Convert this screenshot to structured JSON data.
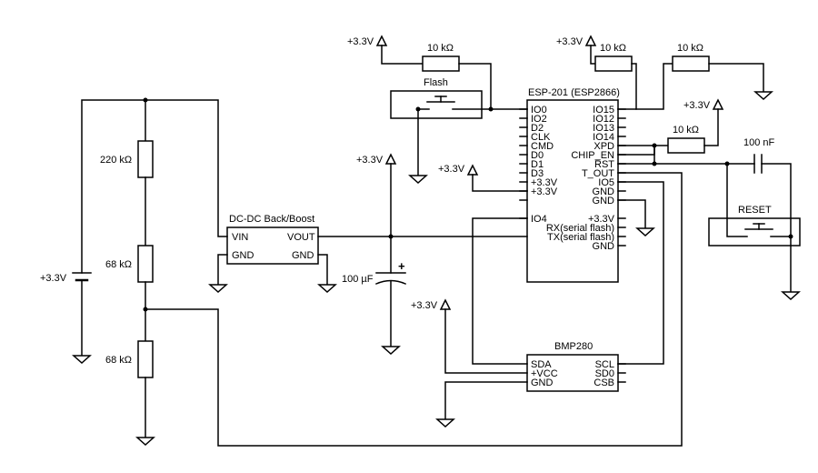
{
  "supply_label": "+3.3V",
  "resistors": {
    "r_flash": "10 kΩ",
    "r_io15": "10 kΩ",
    "r_right": "10 kΩ",
    "r_xpd": "10 kΩ",
    "r_div_top": "220 kΩ",
    "r_div_mid": "68 kΩ",
    "r_div_bot": "68 kΩ"
  },
  "capacitors": {
    "c_rst": "100 nF",
    "c_bulk": "100 µF",
    "c_bulk_polarity": "+"
  },
  "buttons": {
    "flash": "Flash",
    "reset": "RESET"
  },
  "dcdc": {
    "title": "DC-DC Back/Boost",
    "vin": "VIN",
    "vout": "VOUT",
    "gnd_left": "GND",
    "gnd_right": "GND"
  },
  "esp": {
    "title": "ESP-201 (ESP2866)",
    "left_pins": [
      "IO0",
      "IO2",
      "D2",
      "CLK",
      "CMD",
      "D0",
      "D1",
      "D3",
      "+3.3V",
      "+3.3V",
      "IO4"
    ],
    "right_pins": [
      "IO15",
      "IO12",
      "IO13",
      "IO14",
      "XPD",
      "CHIP_EN",
      "RST",
      "T_OUT",
      "IO5",
      "GND",
      "GND",
      "+3.3V",
      "RX(serial flash)",
      "TX(serial flash)",
      "GND"
    ]
  },
  "bmp": {
    "title": "BMP280",
    "left_pins": [
      "SDA",
      "+VCC",
      "GND"
    ],
    "right_pins": [
      "SCL",
      "SD0",
      "CSB"
    ]
  },
  "colors": {
    "wire": "#000000",
    "background": "#ffffff"
  }
}
